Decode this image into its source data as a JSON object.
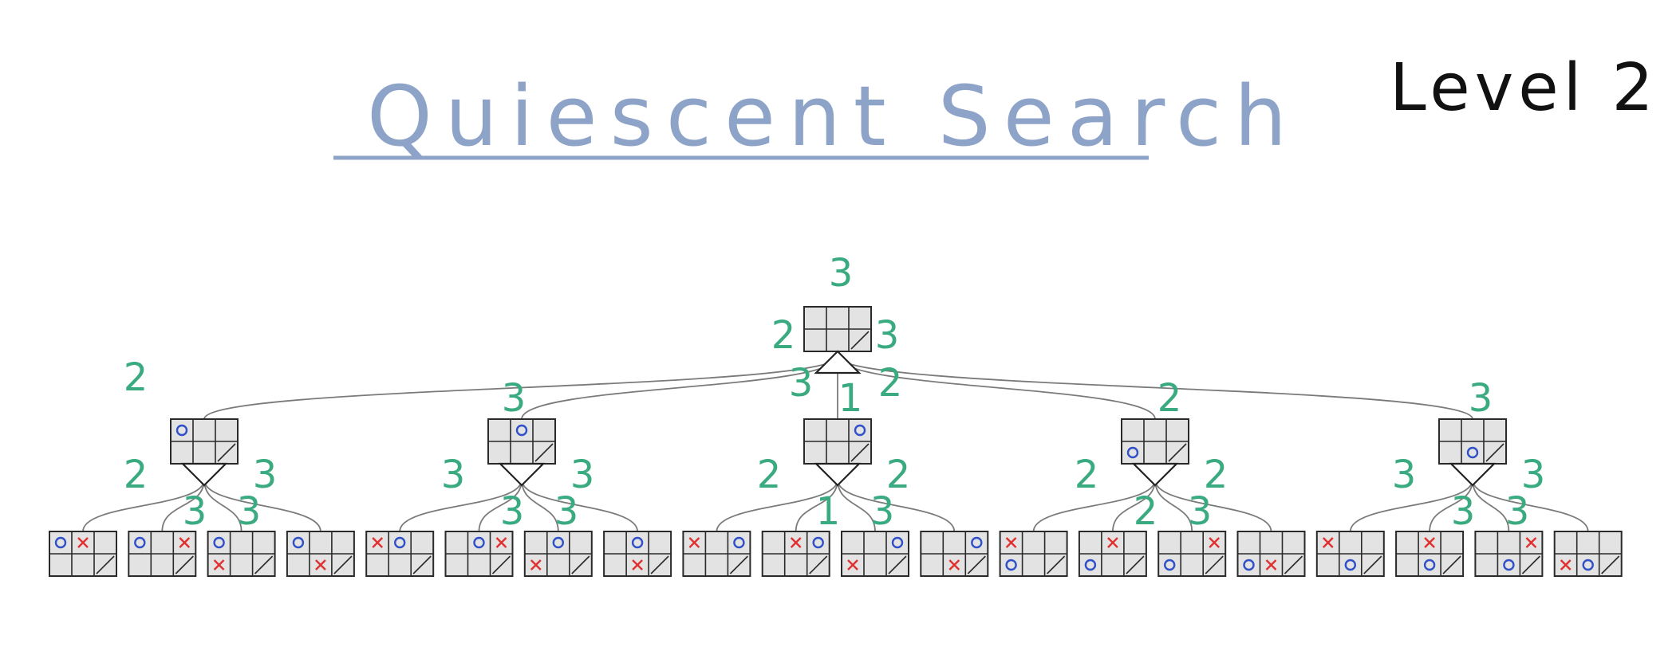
{
  "title": "Quiescent Search",
  "level_label": "Level 2",
  "colors": {
    "title": "#8ea3c8",
    "value_numbers": "#3aaa80",
    "x_mark": "#e03030",
    "o_mark": "#3050c8"
  },
  "tree": {
    "root": {
      "value": "3",
      "board": [
        "",
        "",
        "",
        "",
        "",
        "/"
      ],
      "edge_values": [
        "2",
        "3",
        "3",
        "2"
      ]
    },
    "level1": [
      {
        "value": "2",
        "board": [
          "O",
          "",
          "",
          "",
          "",
          "/"
        ],
        "edge_values": [
          "2",
          "3",
          "3",
          "3"
        ],
        "children": [
          [
            "O",
            "X",
            "",
            "",
            "",
            "/"
          ],
          [
            "O",
            "",
            "X",
            "",
            "",
            "/"
          ],
          [
            "O",
            "",
            "",
            "X",
            "",
            "/"
          ],
          [
            "O",
            "",
            "",
            "",
            "X",
            "/"
          ]
        ]
      },
      {
        "value": "3",
        "board": [
          "",
          "O",
          "",
          "",
          "",
          "/"
        ],
        "edge_values": [
          "3",
          "3",
          "3",
          "3"
        ],
        "children": [
          [
            "X",
            "O",
            "",
            "",
            "",
            "/"
          ],
          [
            "",
            "O",
            "X",
            "",
            "",
            "/"
          ],
          [
            "",
            "O",
            "",
            "X",
            "",
            "/"
          ],
          [
            "",
            "O",
            "",
            "",
            "X",
            "/"
          ]
        ]
      },
      {
        "value": "1",
        "board": [
          "",
          "",
          "O",
          "",
          "",
          "/"
        ],
        "edge_values": [
          "2",
          "1",
          "3",
          "2"
        ],
        "children": [
          [
            "X",
            "",
            "O",
            "",
            "",
            "/"
          ],
          [
            "",
            "X",
            "O",
            "",
            "",
            "/"
          ],
          [
            "",
            "",
            "O",
            "X",
            "",
            "/"
          ],
          [
            "",
            "",
            "O",
            "",
            "X",
            "/"
          ]
        ]
      },
      {
        "value": "2",
        "board": [
          "",
          "",
          "",
          "O",
          "",
          "/"
        ],
        "edge_values": [
          "2",
          "2",
          "3",
          "2"
        ],
        "children": [
          [
            "X",
            "",
            "",
            "O",
            "",
            "/"
          ],
          [
            "",
            "X",
            "",
            "O",
            "",
            "/"
          ],
          [
            "",
            "",
            "X",
            "O",
            "",
            "/"
          ],
          [
            "",
            "",
            "",
            "O",
            "X",
            "/"
          ]
        ]
      },
      {
        "value": "3",
        "board": [
          "",
          "",
          "",
          "",
          "O",
          "/"
        ],
        "edge_values": [
          "3",
          "3",
          "3",
          "3"
        ],
        "children": [
          [
            "X",
            "",
            "",
            "",
            "O",
            "/"
          ],
          [
            "",
            "X",
            "",
            "",
            "O",
            "/"
          ],
          [
            "",
            "",
            "X",
            "",
            "O",
            "/"
          ],
          [
            "",
            "",
            "",
            "X",
            "O",
            "/"
          ]
        ]
      }
    ]
  }
}
